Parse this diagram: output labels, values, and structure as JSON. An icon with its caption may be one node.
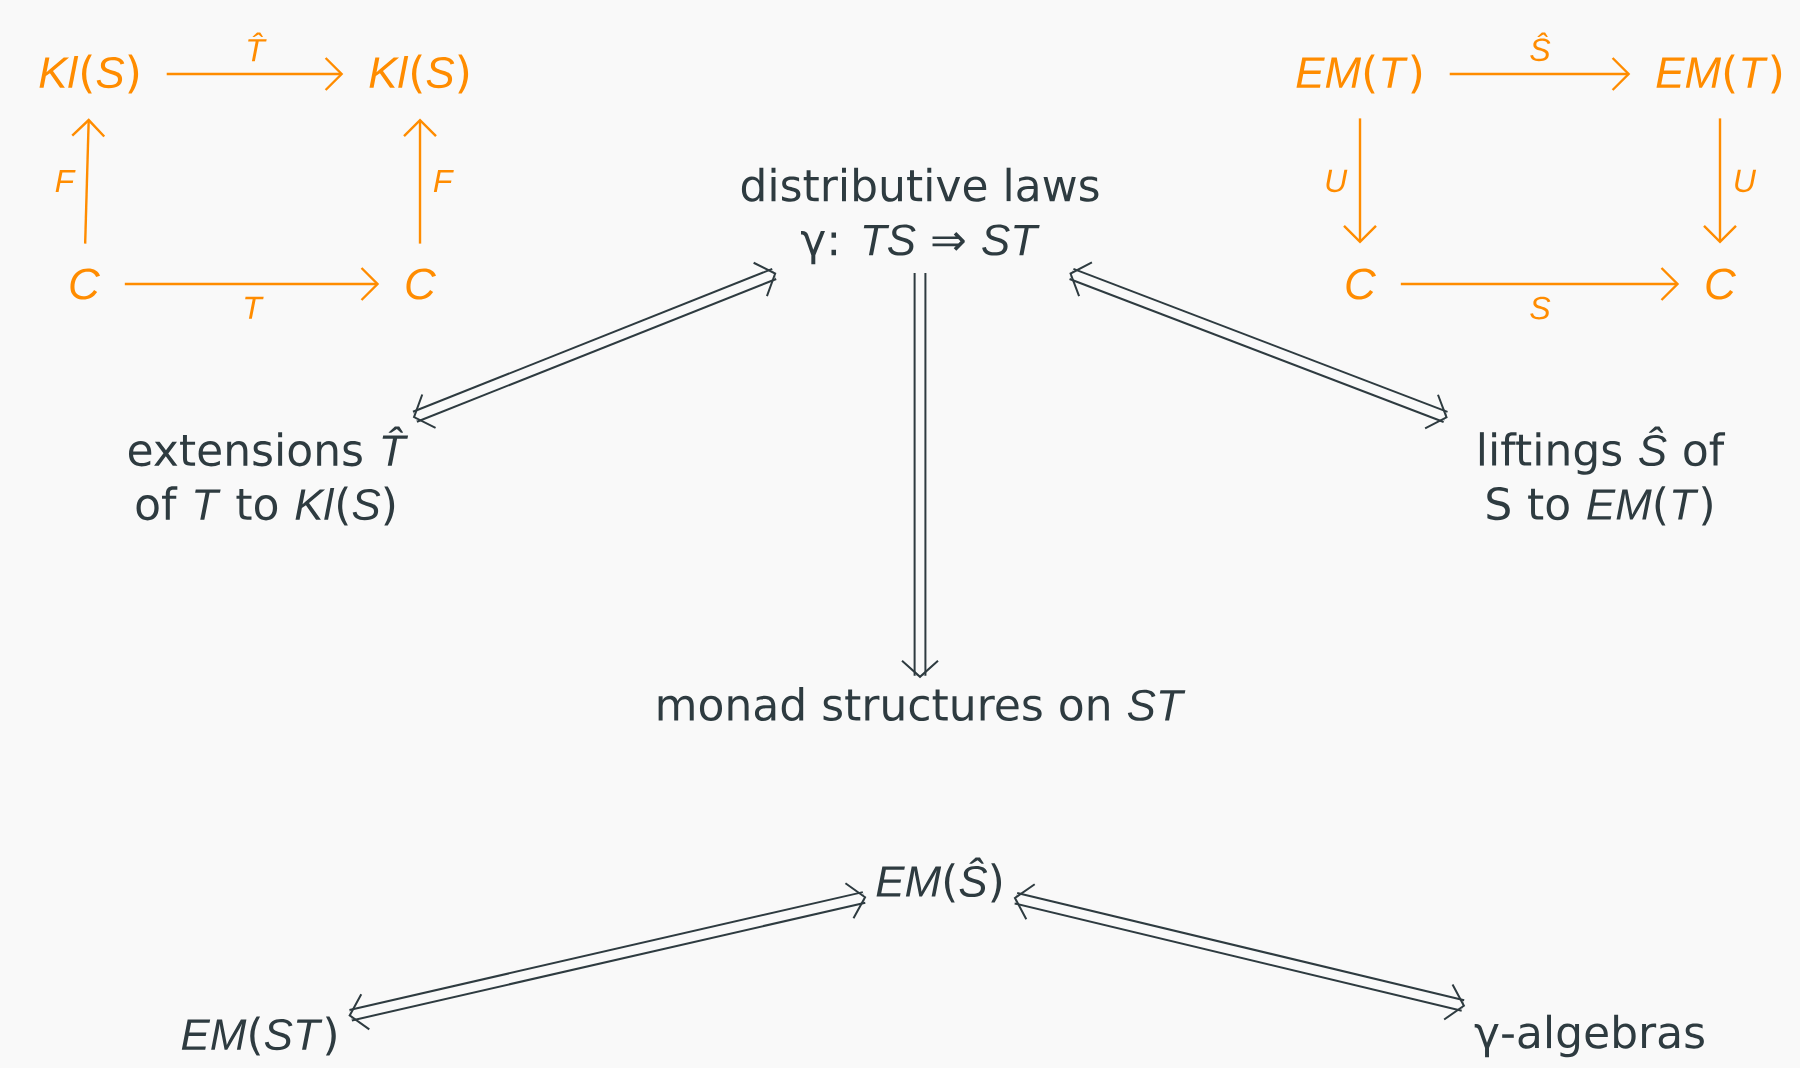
{
  "diagram": {
    "nodes": [
      {
        "text": [
          "*Kl*(*S*)"
        ]
      },
      {
        "text": [
          "*Kl*(*S*)"
        ]
      },
      {
        "text": [
          "*C*"
        ]
      },
      {
        "text": [
          "*C*"
        ]
      },
      {
        "text": [
          "*EM*(*T*)"
        ]
      },
      {
        "text": [
          "*EM*(*T*)"
        ]
      },
      {
        "text": [
          "*C*"
        ]
      },
      {
        "text": [
          "*C*"
        ]
      },
      {
        "text": [
          "distributive laws",
          "γ: *TS* ⇒ *ST*"
        ]
      },
      {
        "text": [
          "extensions *T̂* of *T* to *Kl*(*S*)"
        ]
      },
      {
        "text": [
          "liftings *Ŝ* of S to *EM*(*T*)"
        ]
      },
      {
        "text": [
          "monad structures on *ST*"
        ]
      },
      {
        "text": [
          "*EM*(*Ŝ*)"
        ]
      },
      {
        "text": [
          "*EM*(*ST*)"
        ]
      },
      {
        "text": [
          "γ-algebras"
        ]
      }
    ],
    "edges": [
      {
        "from": 0,
        "to": 1,
        "arrow": "to",
        "label": "T̂"
      },
      {
        "from": 2,
        "to": 0,
        "arrow": "to",
        "label": "F"
      },
      {
        "from": 3,
        "to": 1,
        "arrow": "to",
        "label": "F"
      },
      {
        "from": 2,
        "to": 3,
        "arrow": "to",
        "label": "T"
      },
      {
        "from": 4,
        "to": 5,
        "arrow": "to",
        "label": "Ŝ"
      },
      {
        "from": 4,
        "to": 6,
        "arrow": "to",
        "label": "U"
      },
      {
        "from": 5,
        "to": 7,
        "arrow": "to",
        "label": "U"
      },
      {
        "from": 6,
        "to": 7,
        "arrow": "to",
        "label": "S"
      },
      {
        "from": 8,
        "to": 9,
        "arrow": "both",
        "style": "thick",
        "color": "#2e3b40"
      },
      {
        "from": 8,
        "to": 10,
        "arrow": "both",
        "style": "thick",
        "color": "#2e3b40"
      },
      {
        "from": 8,
        "to": 11,
        "arrow": "to",
        "style": "thick",
        "color": "#2e3b40"
      },
      {
        "from": 12,
        "to": 13,
        "arrow": "both",
        "style": "thick",
        "color": "#2e3b40"
      },
      {
        "from": 12,
        "to": 14,
        "arrow": "both",
        "style": "thick",
        "color": "#2e3b40"
      }
    ]
  }
}
